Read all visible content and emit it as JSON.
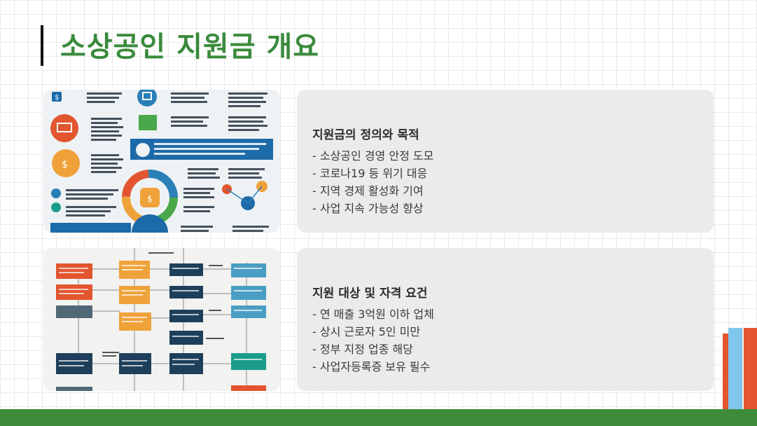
{
  "slide": {
    "title": "소상공인 지원금 개요"
  },
  "cards": [
    {
      "heading": "지원금의 정의와 목적",
      "items": [
        "소상공인 경영 안정 도모",
        "코로나19 등 위기 대응",
        "지역 경제 활성화 기여",
        "사업 지속 가능성 향상"
      ]
    },
    {
      "heading": "지원 대상 및 자격 요건",
      "items": [
        "연 매출 3억원 이하 업체",
        "상시 근로자 5인 미만",
        "정부 지정 업종 해당",
        "사업자등록증 보유 필수"
      ]
    }
  ],
  "images": {
    "infographic_icon": "financial-infographic-image",
    "flowchart_icon": "flowchart-image"
  },
  "colors": {
    "title_green": "#3a8a3c",
    "bottom_bar": "#3d8c3a",
    "card_bg": "#ebebeb"
  }
}
